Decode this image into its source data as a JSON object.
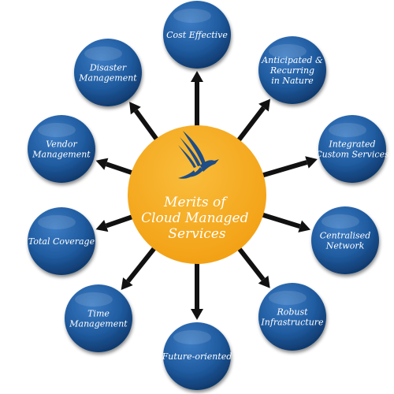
{
  "hub": {
    "lines": [
      "Merits of",
      "Cloud Managed",
      "Services"
    ],
    "logo_icon": "bird-icon"
  },
  "nodes": [
    {
      "id": "cost-effective",
      "lines": [
        "Cost Effective"
      ]
    },
    {
      "id": "anticipated-recurring",
      "lines": [
        "Anticipated &",
        "Recurring",
        "in Nature"
      ]
    },
    {
      "id": "integrated-custom-services",
      "lines": [
        "Integrated",
        "Custom Services"
      ]
    },
    {
      "id": "centralised-network",
      "lines": [
        "Centralised",
        "Network"
      ]
    },
    {
      "id": "robust-infrastructure",
      "lines": [
        "Robust",
        "Infrastructure"
      ]
    },
    {
      "id": "future-oriented",
      "lines": [
        "Future-oriented"
      ]
    },
    {
      "id": "time-management",
      "lines": [
        "Time",
        "Management"
      ]
    },
    {
      "id": "total-coverage",
      "lines": [
        "Total Coverage"
      ]
    },
    {
      "id": "vendor-management",
      "lines": [
        "Vendor",
        "Management"
      ]
    },
    {
      "id": "disaster-management",
      "lines": [
        "Disaster",
        "Management"
      ]
    }
  ],
  "colors": {
    "hub": "#f5a81c",
    "node": "#1f5a9e",
    "node_dark": "#0d3566",
    "arrow": "#111111",
    "logo": "#1f4d86"
  }
}
